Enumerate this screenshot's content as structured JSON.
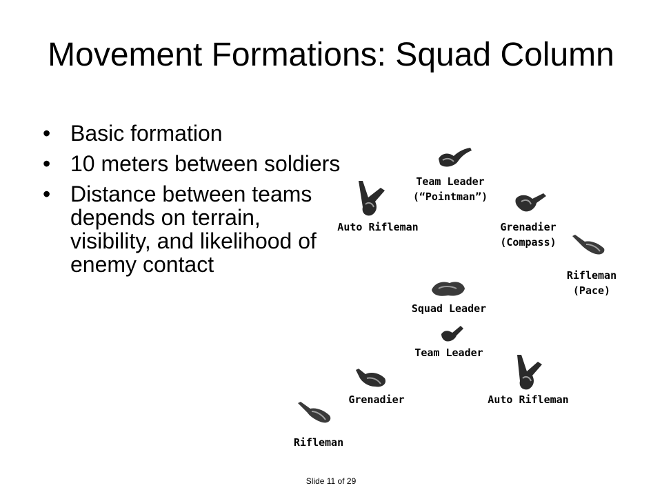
{
  "title": "Movement Formations: Squad Column",
  "bullets": [
    "Basic formation",
    "10 meters between soldiers",
    "Distance between teams depends on terrain, visibility, and likelihood of enemy contact"
  ],
  "labels": {
    "team_leader_1": "Team Leader",
    "pointman": "(“Pointman”)",
    "auto_rifleman_1": "Auto Rifleman",
    "grenadier_1": "Grenadier",
    "compass": "(Compass)",
    "rifleman_1": "Rifleman",
    "pace": "(Pace)",
    "squad_leader": "Squad Leader",
    "team_leader_2": "Team Leader",
    "grenadier_2": "Grenadier",
    "auto_rifleman_2": "Auto Rifleman",
    "rifleman_2": "Rifleman"
  },
  "footer": "Slide 11 of 29"
}
